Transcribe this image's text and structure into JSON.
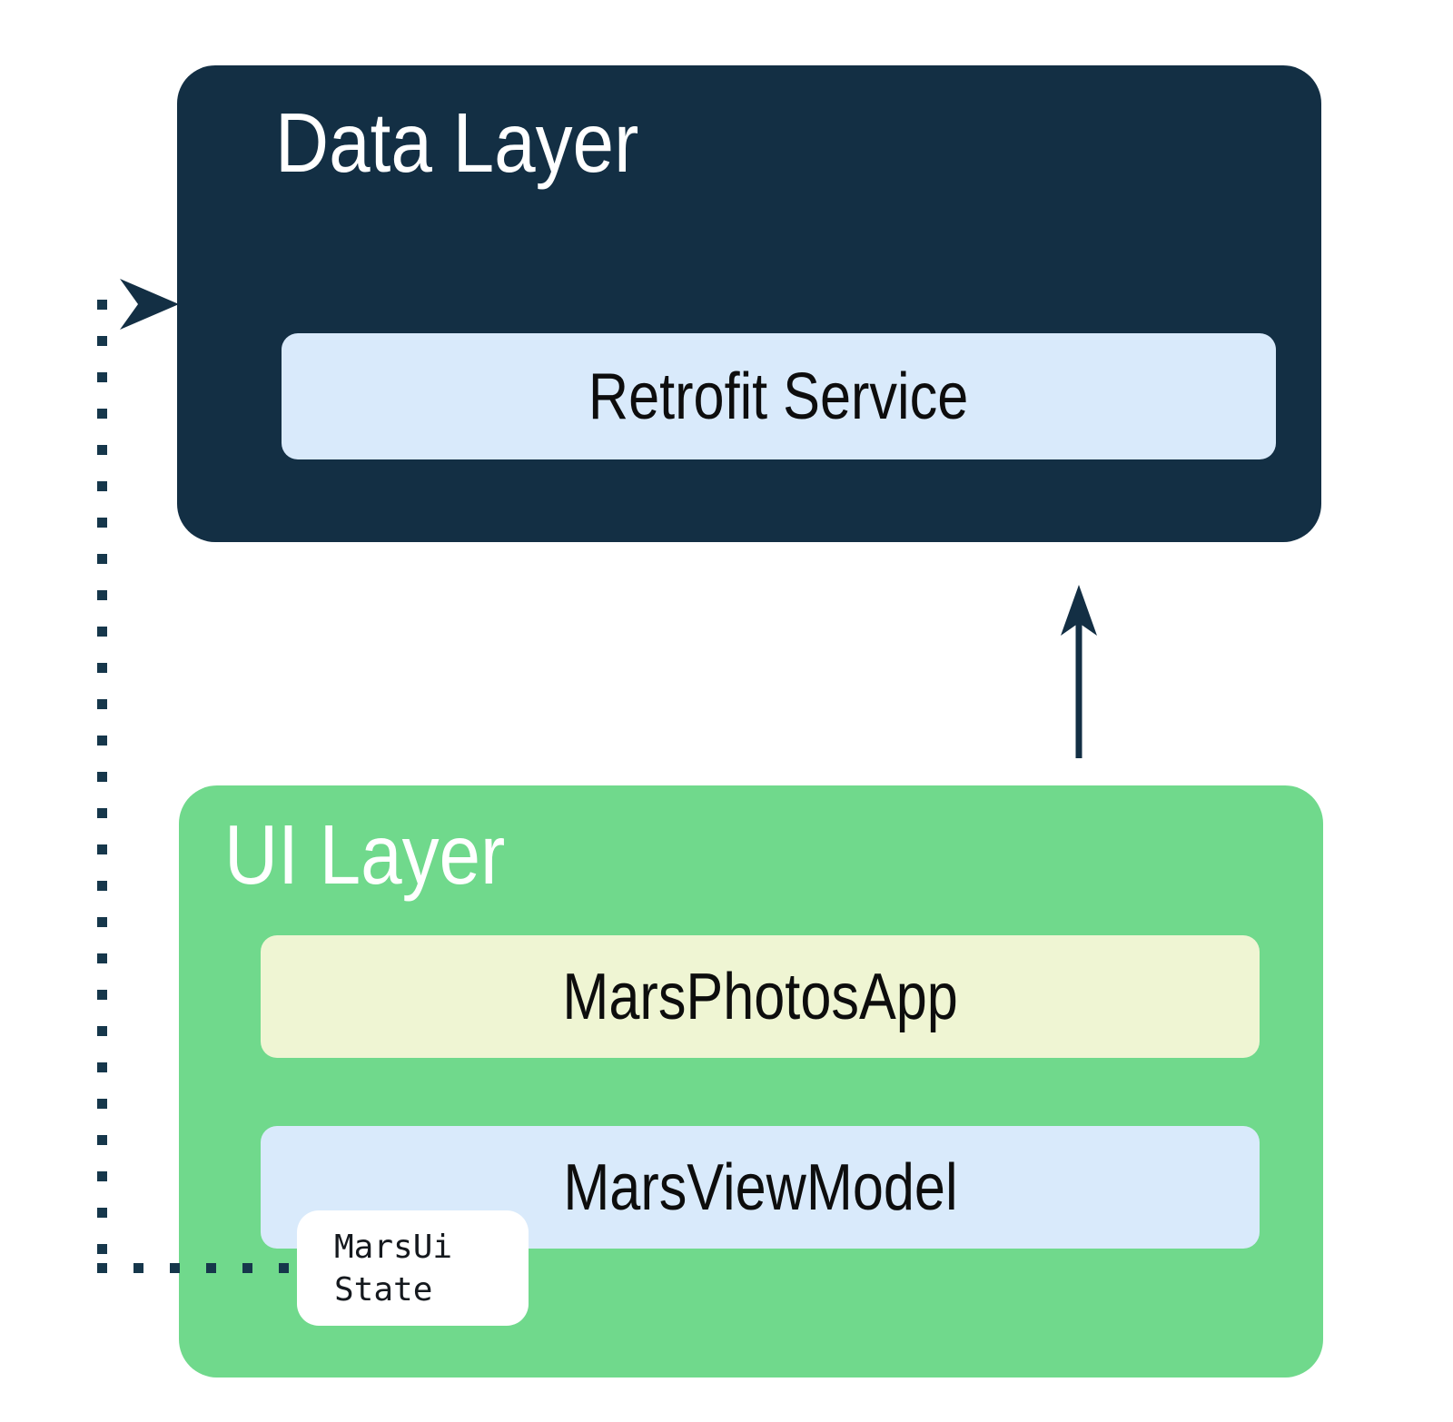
{
  "diagram": {
    "data_layer": {
      "title": "Data Layer",
      "retrofit_service_label": "Retrofit Service"
    },
    "ui_layer": {
      "title": "UI Layer",
      "app_label": "MarsPhotosApp",
      "viewmodel_label": "MarsViewModel",
      "ui_state": {
        "line1": "MarsUi",
        "line2": "State"
      }
    },
    "colors": {
      "data_layer_bg": "#132F44",
      "ui_layer_bg": "#70D98C",
      "retrofit_service_bg": "#D9EAFB",
      "app_bg": "#EFF5D3",
      "viewmodel_bg": "#D9EAFB",
      "ui_state_bg": "#FFFFFF",
      "arrow_color": "#132F44",
      "layer_title_text": "#FFFFFF",
      "inner_label_text": "#0D0D0D"
    }
  }
}
